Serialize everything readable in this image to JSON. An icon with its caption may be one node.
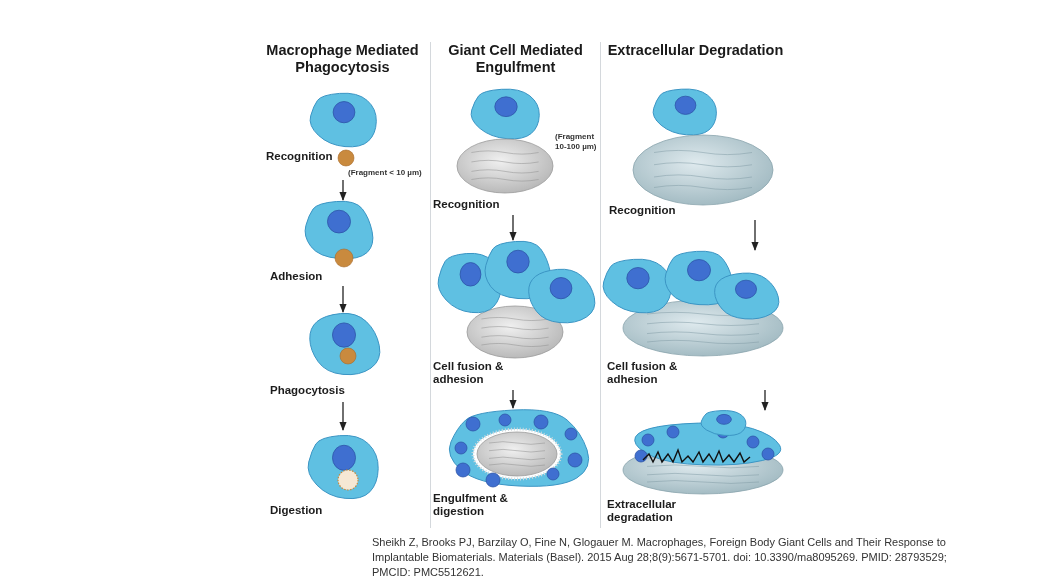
{
  "diagram": {
    "nodes": [
      {
        "text": [
          "Macrophage Mediated Phagocytosis"
        ]
      },
      {
        "text": [
          "Recognition"
        ],
        "in": 0,
        "beside": [
          "(Fragment < 10 µm)"
        ]
      },
      {
        "text": [
          "Adhesion"
        ],
        "in": 0
      },
      {
        "text": [
          "Phagocytosis"
        ],
        "in": 0
      },
      {
        "text": [
          "Digestion"
        ],
        "in": 0
      },
      {
        "text": [
          "Giant Cell Mediated Engulfment"
        ]
      },
      {
        "text": [
          "Recognition"
        ],
        "in": 5,
        "beside": [
          "(Fragment 10-100 µm)"
        ]
      },
      {
        "text": [
          "Cell fusion & adhesion"
        ],
        "in": 5
      },
      {
        "text": [
          "Engulfment & digestion"
        ],
        "in": 5
      },
      {
        "text": [
          "Extracellular Degradation"
        ]
      },
      {
        "text": [
          "Recognition"
        ],
        "in": 9
      },
      {
        "text": [
          "Cell fusion & adhesion"
        ],
        "in": 9
      },
      {
        "text": [
          "Extracellular degradation"
        ],
        "in": 9
      }
    ],
    "edges": [
      {
        "from": 1,
        "to": 2,
        "arrow": "to"
      },
      {
        "from": 2,
        "to": 3,
        "arrow": "to"
      },
      {
        "from": 3,
        "to": 4,
        "arrow": "to"
      },
      {
        "from": 6,
        "to": 7,
        "arrow": "to"
      },
      {
        "from": 7,
        "to": 8,
        "arrow": "to"
      },
      {
        "from": 10,
        "to": 11,
        "arrow": "to"
      },
      {
        "from": 11,
        "to": 12,
        "arrow": "to"
      }
    ],
    "caption": "Sheikh Z, Brooks PJ, Barzilay O, Fine N, Glogauer M. Macrophages, Foreign Body Giant Cells and Their Response to Implantable Biomaterials. Materials (Basel). 2015 Aug 28;8(9):5671-5701. doi: 10.3390/ma8095269. PMID: 28793529; PMCID: PMC5512621."
  }
}
